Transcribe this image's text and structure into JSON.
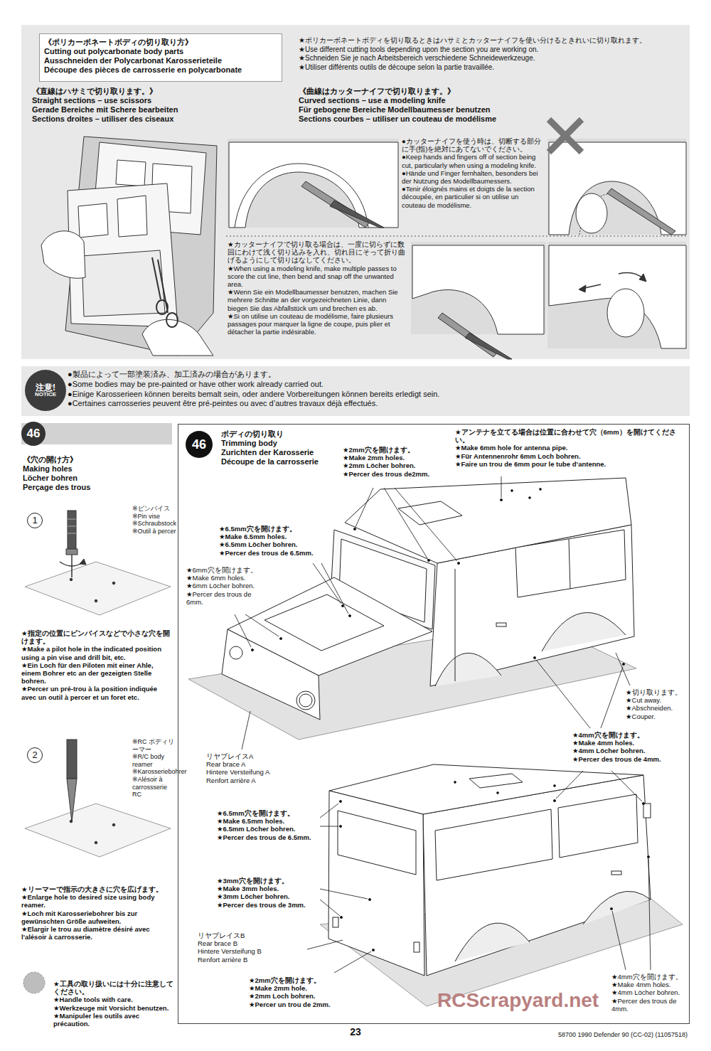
{
  "diagram": {
    "nodes": [
      {
        "text": [
          "★ポリカーボネートボディを切り取るときはハサミとカッターナイフを使い分けるときれいに切り取れます。",
          "★Use different cutting tools depending upon the section you are working on.",
          "★Schneiden Sie je nach Arbeitsbereich verschiedene Schneidewerkzeuge.",
          "★Utiliser différents outils de découpe selon la partie travaillée."
        ]
      },
      {
        "text": [
          "《ポリカーボネートボディの切り取り方》",
          "Cutting out polycarbonate body parts",
          "Ausschneiden der Polycarbonat Karosserieteile",
          "Découpe des pièces de carrosserie en polycarbonate"
        ],
        "in": 0
      },
      {
        "text": [
          "●製品によって一部塗装済み、加工済みの場合があります。",
          "●Some bodies may be pre-painted or have other work already carried out.",
          "●Einige Karosserieen können bereits bemalt sein, oder andere Vorbereitungen können bereits erledigt sein.",
          "●Certaines carrosseries peuvent être pré-peintes ou avec d’autres travaux déjà effectués."
        ]
      },
      {
        "text": [
          "注意!",
          "NOTICE"
        ],
        "in": 2
      },
      {
        "text": [
          "46"
        ]
      },
      {
        "text": [
          "1"
        ]
      },
      {
        "text": [
          "2"
        ]
      },
      {
        "text": [
          "ボディの切り取り",
          "Trimming body",
          "Zurichten der Karosserie",
          "Découpe de la carrosserie"
        ]
      },
      {
        "text": [
          "46"
        ],
        "in": 7
      }
    ],
    "labels": [
      "《直線はハサミで切り取ります。》",
      "Straight sections – use scissors",
      "Gerade Bereiche mit Schere bearbeiten",
      "Sections droites – utiliser des ciseaux",
      "《曲線はカッターナイフで切り取ります。》",
      "Curved sections – use a modeling knife",
      "Für gebogene Bereiche Modellbaumesser benutzen",
      "Sections courbes – utiliser un couteau de modélisme",
      "●カッターナイフを使う時は、切断する部分に手(指)を絶対にあてないでください。",
      "●Keep hands and fingers off of section being cut, particularly when using a modeling knife.",
      "●Hände und Finger fernhalten, besonders bei der Nutzung des Modellbaumessers.",
      "●Tenir éloignés mains et doigts de la section découpée, en particulier si on utilise un couteau de modélisme.",
      "★カッターナイフで切り取る場合は、一度に切らずに数回にわけて浅く切り込みを入れ、切れ目にそって折り曲げるようにして切りはなしてください。",
      "★When using a modeling knife, make multiple passes to score the cut line, then bend and snap off the unwanted area.",
      "★Wenn Sie ein Modellbaumesser benutzen, machen Sie mehrere Schnitte an der vorgezeichneten Linie, dann biegen Sie das Abfallstück um und brechen es ab.",
      "★Si on utilise un couteau de modélisme, faire plusieurs passages pour marquer la ligne de coupe, puis plier et détacher la partie indésirable.",
      "《穴の開け方》",
      "Making holes",
      "Löcher bohren",
      "Perçage des trous",
      "※ピンバイス",
      "※Pin vise",
      "※Schraubstock",
      "※Outil à percer",
      "★指定の位置にピンバイスなどで小さな穴を開けます。",
      "★Make a pilot hole in the indicated position using a pin vise and drill bit, etc.",
      "★Ein Loch für den Piloten mit einer Ahle, einem Bohrer etc an der gezeigten Stelle bohren.",
      "★Percer un pré-trou à la position indiquée avec un outil à percer et un foret etc.",
      "※RC ボディリーマー",
      "※R/C body reamer",
      "※Karosseriebohrer",
      "※Alésoir à carrossserie RC",
      "★リーマーで指示の大きさに穴を広げます。",
      "★Enlarge hole to desired size using body reamer.",
      "★Loch mit Karosseriebohrer bis zur gewünschten Größe aufweiten.",
      "★Elargir le trou au diamètre désiré avec l'alésoir à carrosserie.",
      "★工具の取り扱いには十分に注意してください。",
      "★Handle tools with care.",
      "★Werkzeuge mit Vorsicht benutzen.",
      "★Manipuler les outils avec précaution.",
      "★2mm穴を開けます。",
      "★Make 2mm holes.",
      "★2mm Löcher bohren.",
      "★Percer des trous de2mm.",
      "★アンテナを立てる場合は位置に合わせて穴（6mm）を開けてください。",
      "★Make 6mm hole for antenna pipe.",
      "★Für Antennenrohr 6mm Loch bohren.",
      "★Faire un trou de 6mm pour le tube d’antenne.",
      "★6.5mm穴を開けます。",
      "★Make 6.5mm holes.",
      "★6.5mm Löcher bohren.",
      "★Percer des trous de 6.5mm.",
      "★6mm穴を開けます。",
      "★Make 6mm holes.",
      "★6mm Löcher bohren.",
      "★Percer des trous de 6mm.",
      "★切り取ります。",
      "★Cut away.",
      "★Abschneiden.",
      "★Couper.",
      "★4mm穴を開けます。",
      "★Make 4mm holes.",
      "★4mm Löcher bohren.",
      "★Percer des trous de 4mm.",
      "リヤブレイスA",
      "Rear brace A",
      "Hintere Versteifung A",
      "Renfort arrière A",
      "★6.5mm穴を開けます。",
      "★Make 6.5mm holes.",
      "★6.5mm Löcher bohren.",
      "★Percer des trous de 6.5mm.",
      "★3mm穴を開けます。",
      "★Make 3mm holes.",
      "★3mm Löcher bohren.",
      "★Percer des trous de 3mm.",
      "リヤブレイスB",
      "Rear brace B",
      "Hintere Versteifung B",
      "Renfort arrière B",
      "★2mm穴を開けます。",
      "★Make 2mm hole.",
      "★2mm Loch bohren.",
      "★Percer un trou de 2mm.",
      "★4mm穴を開けます。",
      "★Make 4mm holes.",
      "★4mm Löcher bohren.",
      "★Percer des trous de 4mm.",
      "23",
      "58700 1990 Defender 90 (CC-02) (11057518)",
      "RCScrapyard.net"
    ]
  }
}
